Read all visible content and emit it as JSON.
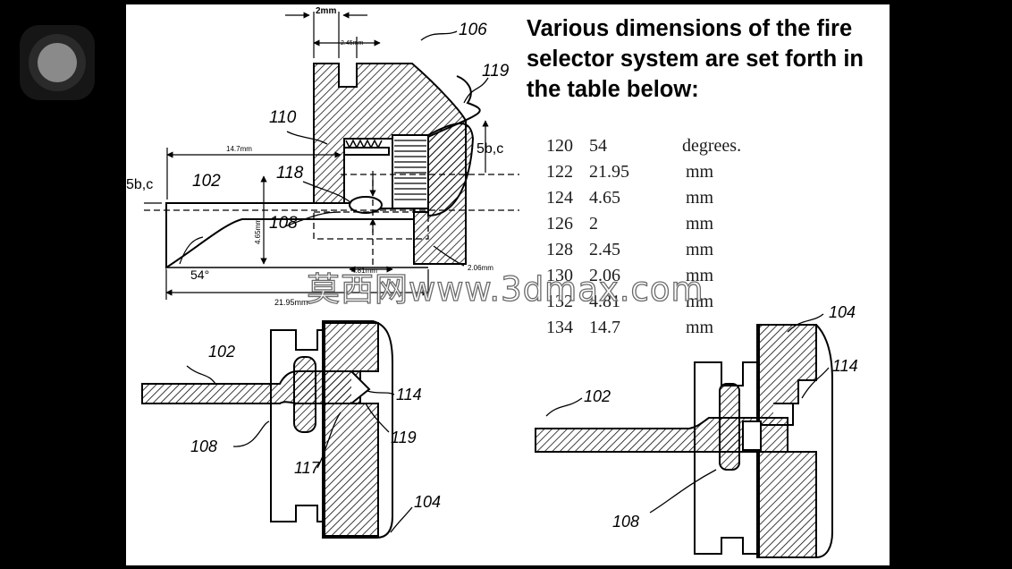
{
  "slide": {
    "heading": "Various dimensions of the fire selector system are set forth in the table below:"
  },
  "dimensions_table": {
    "rows": [
      {
        "ref": "120",
        "value": "54",
        "unit": "degrees."
      },
      {
        "ref": "122",
        "value": "21.95",
        "unit": "mm"
      },
      {
        "ref": "124",
        "value": "4.65",
        "unit": "mm"
      },
      {
        "ref": "126",
        "value": "2",
        "unit": "mm"
      },
      {
        "ref": "128",
        "value": "2.45",
        "unit": "mm"
      },
      {
        "ref": "130",
        "value": "2.06",
        "unit": "mm"
      },
      {
        "ref": "132",
        "value": "4.81",
        "unit": "mm"
      },
      {
        "ref": "134",
        "value": "14.7",
        "unit": "mm"
      }
    ]
  },
  "figure_top": {
    "dim_2mm": "2mm",
    "dim_2_45mm": "2.45mm",
    "dim_14_7mm": "14.7mm",
    "dim_4_65mm": "4.65mm",
    "dim_2_06mm": "2.06mm",
    "dim_4_81mm": "4.81mm",
    "dim_21_95mm": "21.95mm",
    "angle": "54°",
    "section_left": "5b,c",
    "section_right": "5b,c",
    "ref_106": "106",
    "ref_119": "119",
    "ref_110": "110",
    "ref_118": "118",
    "ref_102": "102",
    "ref_108": "108"
  },
  "figure_bottom_left": {
    "ref_102": "102",
    "ref_108": "108",
    "ref_114": "114",
    "ref_119": "119",
    "ref_117": "117",
    "ref_104": "104"
  },
  "figure_bottom_right": {
    "ref_104": "104",
    "ref_114": "114",
    "ref_102": "102",
    "ref_108": "108"
  },
  "watermark": "莫西网www.3dmax.com"
}
